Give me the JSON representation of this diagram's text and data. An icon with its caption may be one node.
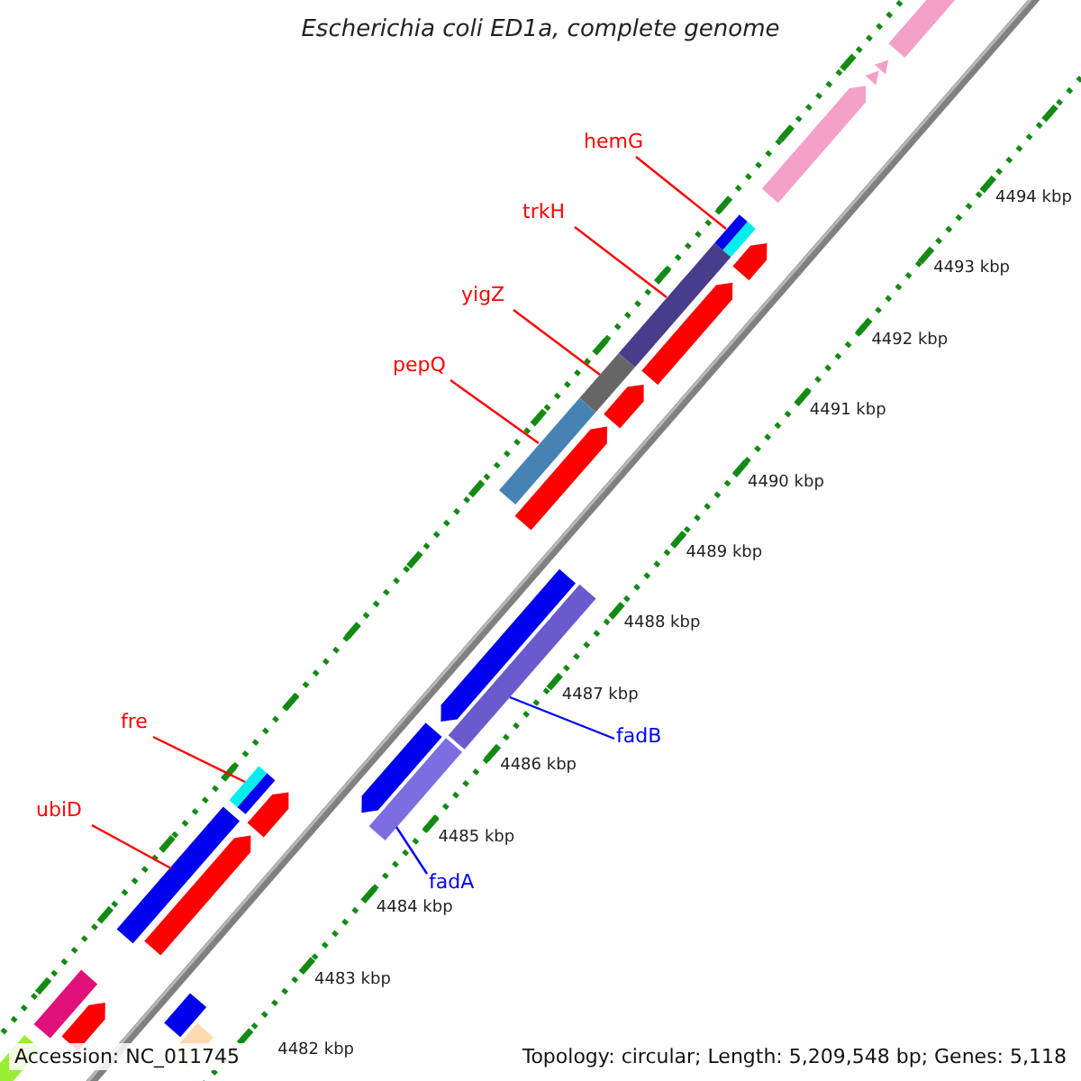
{
  "diagram": {
    "title": "Escherichia coli ED1a, complete genome",
    "nodes": [
      {
        "text": [
          "hemG"
        ]
      },
      {
        "text": [],
        "shape": "bar"
      },
      {
        "text": [
          "trkH"
        ]
      },
      {
        "text": [],
        "shape": "bar"
      },
      {
        "text": [
          "yigZ"
        ]
      },
      {
        "text": [],
        "shape": "bar"
      },
      {
        "text": [
          "pepQ"
        ]
      },
      {
        "text": [],
        "shape": "bar"
      },
      {
        "text": [
          "fre"
        ]
      },
      {
        "text": [],
        "shape": "bar"
      },
      {
        "text": [
          "ubiD"
        ]
      },
      {
        "text": [],
        "shape": "bar"
      },
      {
        "text": [
          "fadB"
        ]
      },
      {
        "text": [],
        "shape": "bar"
      },
      {
        "text": [
          "fadA"
        ]
      },
      {
        "text": [],
        "shape": "bar"
      },
      {
        "text": [],
        "shape": "bar"
      }
    ],
    "edges": [
      {
        "from": 0,
        "to": 1,
        "arrow": "none",
        "color": "#ff0000"
      },
      {
        "from": 2,
        "to": 3,
        "arrow": "none",
        "color": "#ff0000"
      },
      {
        "from": 4,
        "to": 5,
        "arrow": "none",
        "color": "#ff0000"
      },
      {
        "from": 6,
        "to": 7,
        "arrow": "none",
        "color": "#ff0000"
      },
      {
        "from": 8,
        "to": 9,
        "arrow": "none",
        "color": "#ff0000"
      },
      {
        "from": 10,
        "to": 11,
        "arrow": "none",
        "color": "#ff0000"
      },
      {
        "from": 12,
        "to": 13,
        "arrow": "none",
        "color": "#0000ff"
      },
      {
        "from": 14,
        "to": 15,
        "arrow": "none",
        "color": "#0000ff"
      }
    ],
    "labels": [
      "4494 kbp",
      "4493 kbp",
      "4492 kbp",
      "4491 kbp",
      "4490 kbp",
      "4489 kbp",
      "4488 kbp",
      "4487 kbp",
      "4486 kbp",
      "4485 kbp",
      "4484 kbp",
      "4483 kbp",
      "4482 kbp",
      "Accession: NC_011745",
      "Topology: circular; Length: 5,209,548 bp; Genes: 5,118"
    ]
  }
}
